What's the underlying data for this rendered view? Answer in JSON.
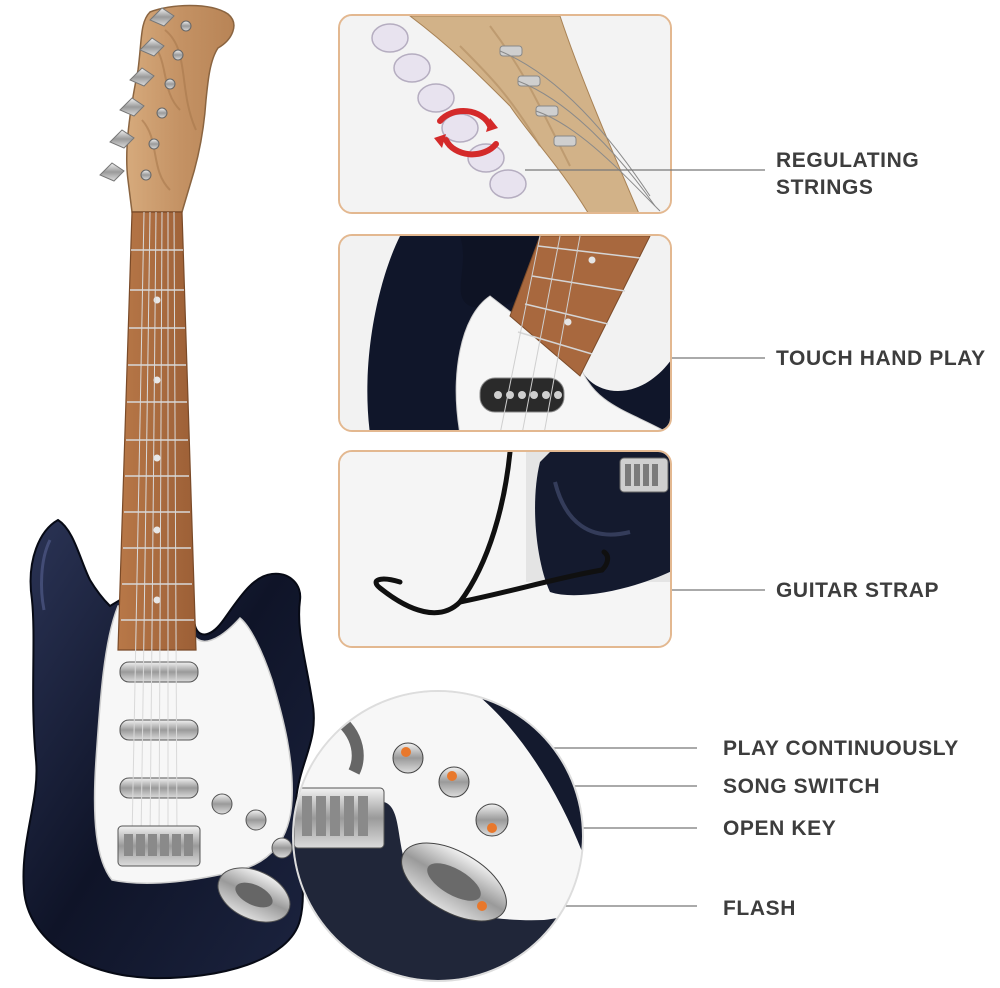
{
  "callouts": {
    "regulating_strings": [
      "REGULATING",
      "STRINGS"
    ],
    "touch_hand_play": "TOUCH HAND PLAY",
    "guitar_strap": "GUITAR STRAP",
    "play_continuously": "PLAY CONTINUOUSLY",
    "song_switch": "SONG SWITCH",
    "open_key": "OPEN KEY",
    "flash": "FLASH"
  },
  "colors": {
    "body": "#141a2e",
    "pickguard": "#f7f7f7",
    "wood": "#c89868",
    "fretboard": "#a8683e",
    "panel_border": "#e3b890",
    "text": "#3d3d3d"
  }
}
